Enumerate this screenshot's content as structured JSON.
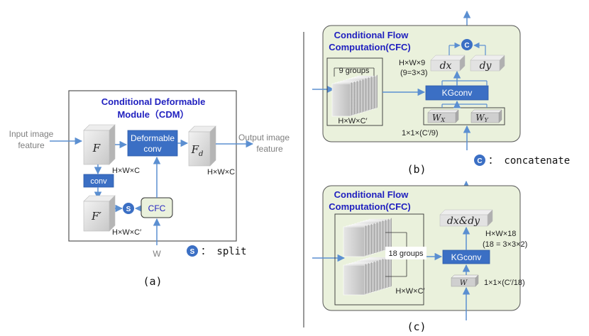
{
  "colors": {
    "accent_blue": "#3b6fc4",
    "panel_green": "#eaf1dc",
    "arrow_blue": "#5b8fd1",
    "title_navy": "#1f1fbf",
    "cube_gray": "#d9d9d9"
  },
  "panel_a": {
    "title_line1": "Conditional Deformable",
    "title_line2": "Module（CDM）",
    "input_label_line1": "Input image",
    "input_label_line2": "feature",
    "output_label_line1": "Output image",
    "output_label_line2": "feature",
    "cube_f": "F",
    "cube_fd": "F",
    "cube_fd_sub": "d",
    "cube_fprime": "F′",
    "deform_line1": "Deformable",
    "deform_line2": "conv",
    "conv_label": "conv",
    "cfc_label": "CFC",
    "split_symbol": "S",
    "dim_f": "H×W×C",
    "dim_fd": "H×W×C",
    "dim_fprime": "H×W×C′",
    "w_input": "W",
    "caption": "(a)"
  },
  "panel_b": {
    "title_line1": "Conditional Flow",
    "title_line2": "Computation(CFC)",
    "groups_label": "9 groups",
    "dim_stack": "H×W×C′",
    "dim_out_line1": "H×W×9",
    "dim_out_line2": "(9=3×3)",
    "dx_label": "dx",
    "dy_label": "dy",
    "concat_symbol": "C",
    "kgconv_label": "KGconv",
    "wx_label": "W",
    "wx_sub": "X",
    "wy_label": "W",
    "wy_sub": "Y",
    "dim_w": "1×1×(C′/9)",
    "caption": "(b)"
  },
  "legend": {
    "split_symbol": "S",
    "split_text": "： split",
    "concat_symbol": "C",
    "concat_text": "： concatenate"
  },
  "panel_c": {
    "title_line1": "Conditional Flow",
    "title_line2": "Computation(CFC)",
    "groups_label": "18 groups",
    "dim_stack": "H×W×C′",
    "dxdy_label": "dx&dy",
    "dim_out_line1": "H×W×18",
    "dim_out_line2": "(18 = 3×3×2)",
    "kgconv_label": "KGconv",
    "w_label": "W",
    "dim_w": "1×1×(C′/18)",
    "caption": "(c)"
  }
}
